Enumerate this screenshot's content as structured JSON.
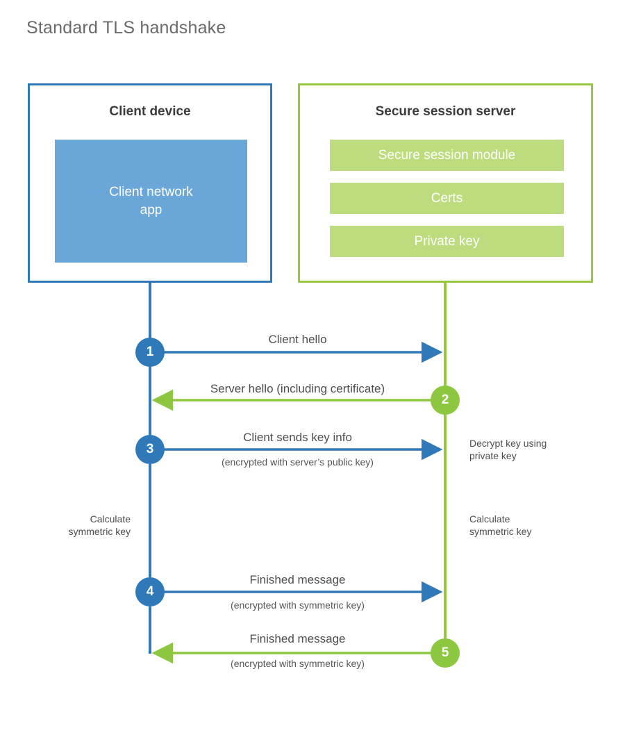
{
  "title": "Standard TLS handshake",
  "colors": {
    "client_accent": "#3079b8",
    "client_block": "#6aa6d8",
    "server_accent": "#97c83f",
    "server_circle": "#8dc63f",
    "server_block": "#bcdc7d",
    "title_text": "#6a6a6a",
    "body_text": "#4d4d4d",
    "background": "#ffffff"
  },
  "client": {
    "heading": "Client device",
    "block_label": "Client network\napp"
  },
  "server": {
    "heading": "Secure session server",
    "blocks": [
      {
        "label": "Secure session module"
      },
      {
        "label": "Certs"
      },
      {
        "label": "Private key"
      }
    ]
  },
  "steps": [
    {
      "number": "1",
      "label": "Client hello",
      "sub": "",
      "direction": "client-to-server",
      "color": "blue"
    },
    {
      "number": "2",
      "label": "Server hello (including certificate)",
      "sub": "",
      "direction": "server-to-client",
      "color": "green"
    },
    {
      "number": "3",
      "label": "Client sends key info",
      "sub": "(encrypted with server’s public key)",
      "direction": "client-to-server",
      "color": "blue"
    },
    {
      "number": "4",
      "label": "Finished message",
      "sub": "(encrypted with symmetric key)",
      "direction": "client-to-server",
      "color": "blue"
    },
    {
      "number": "5",
      "label": "Finished message",
      "sub": "(encrypted with symmetric key)",
      "direction": "server-to-client",
      "color": "green"
    }
  ],
  "notes": {
    "decrypt": "Decrypt key using\nprivate key",
    "calculate_client": "Calculate\nsymmetric key",
    "calculate_server": "Calculate\nsymmetric key"
  }
}
